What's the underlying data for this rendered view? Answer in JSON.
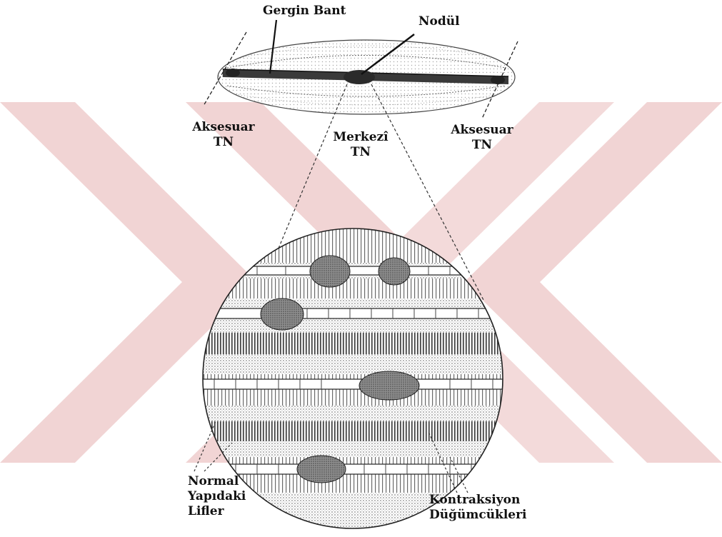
{
  "labels": {
    "taut_band": "Gergin Bant",
    "nodule": "Nodül",
    "accessory_left": [
      "Aksesuar",
      "TN"
    ],
    "central": [
      "Merkezî",
      "TN"
    ],
    "accessory_right": [
      "Aksesuar",
      "TN"
    ],
    "normal_fibers": [
      "Normal",
      "Yapıdaki",
      "Lifler"
    ],
    "contraction_knots": [
      "Kontraksiyon",
      "Düğümcükleri"
    ]
  },
  "colors": {
    "ink": "#111111",
    "watermark": "#f1d4d4",
    "shading": "#bdbdbd",
    "knot": "#7a7a7a"
  },
  "watermark": {
    "icon": "yok-logo-chevrons"
  }
}
